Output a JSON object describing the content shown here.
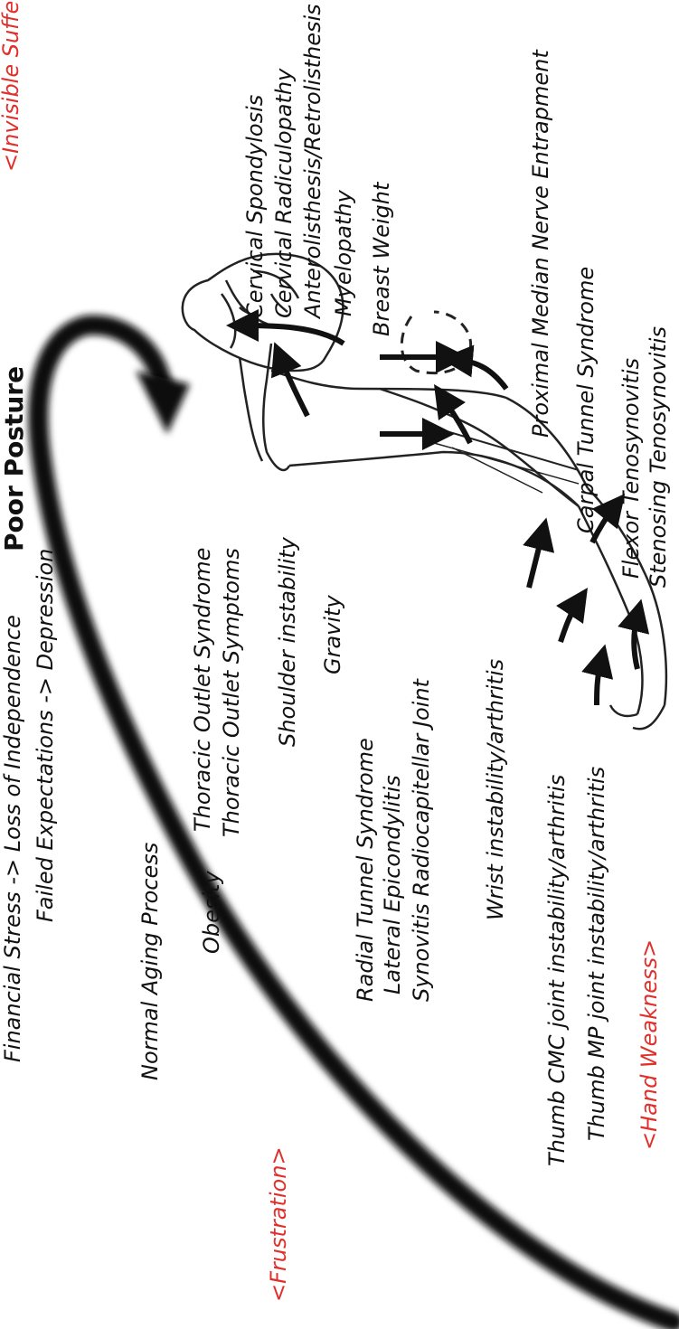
{
  "title": "Poor Posture",
  "labels": {
    "invisible_suffering": "<Invisible Suffer",
    "frustration": "<Frustration>",
    "hand_weakness": "<Hand Weakness>",
    "financial_stress": "Financial Stress -> Loss of Independence",
    "failed_expectations": "Failed Expectations -> Depression",
    "normal_aging": "Normal Aging Process",
    "obesity": "Obesity",
    "thoracic_outlet_syndrome": "Thoracic Outlet Syndrome",
    "thoracic_outlet_symptoms": "Thoracic Outlet Symptoms",
    "shoulder_instability": "Shoulder instability",
    "gravity": "Gravity",
    "radial_tunnel": "Radial Tunnel Syndrome",
    "lateral_epicondylitis": "Lateral Epicondylitis",
    "synovitis": "Synovitis Radiocapitellar Joint",
    "wrist_instability": "Wrist instability/arthritis",
    "thumb_cmc": "Thumb CMC joint instability/arthritis",
    "thumb_mp": "Thumb MP joint instability/arthritis",
    "cervical_spondylosis": "Cervical Spondylosis",
    "cervical_radiculopathy": "Cervical Radiculopathy",
    "anterolisthesis": "Anterolisthesis/Retrolisthesis",
    "myelopathy": "Myelopathy",
    "breast_weight": "Breast Weight",
    "proximal_median": "Proximal Median Nerve Entrapment",
    "carpal_tunnel": "Carpal Tunnel Syndrome",
    "flexor_tenosynovitis": "Flexor Tenosynovitis",
    "stenosing_tenosynovitis": "Stenosing Tenosynovitis"
  },
  "colors": {
    "text": "#111111",
    "accent_red": "#e0302c",
    "spiral": "#111111"
  }
}
